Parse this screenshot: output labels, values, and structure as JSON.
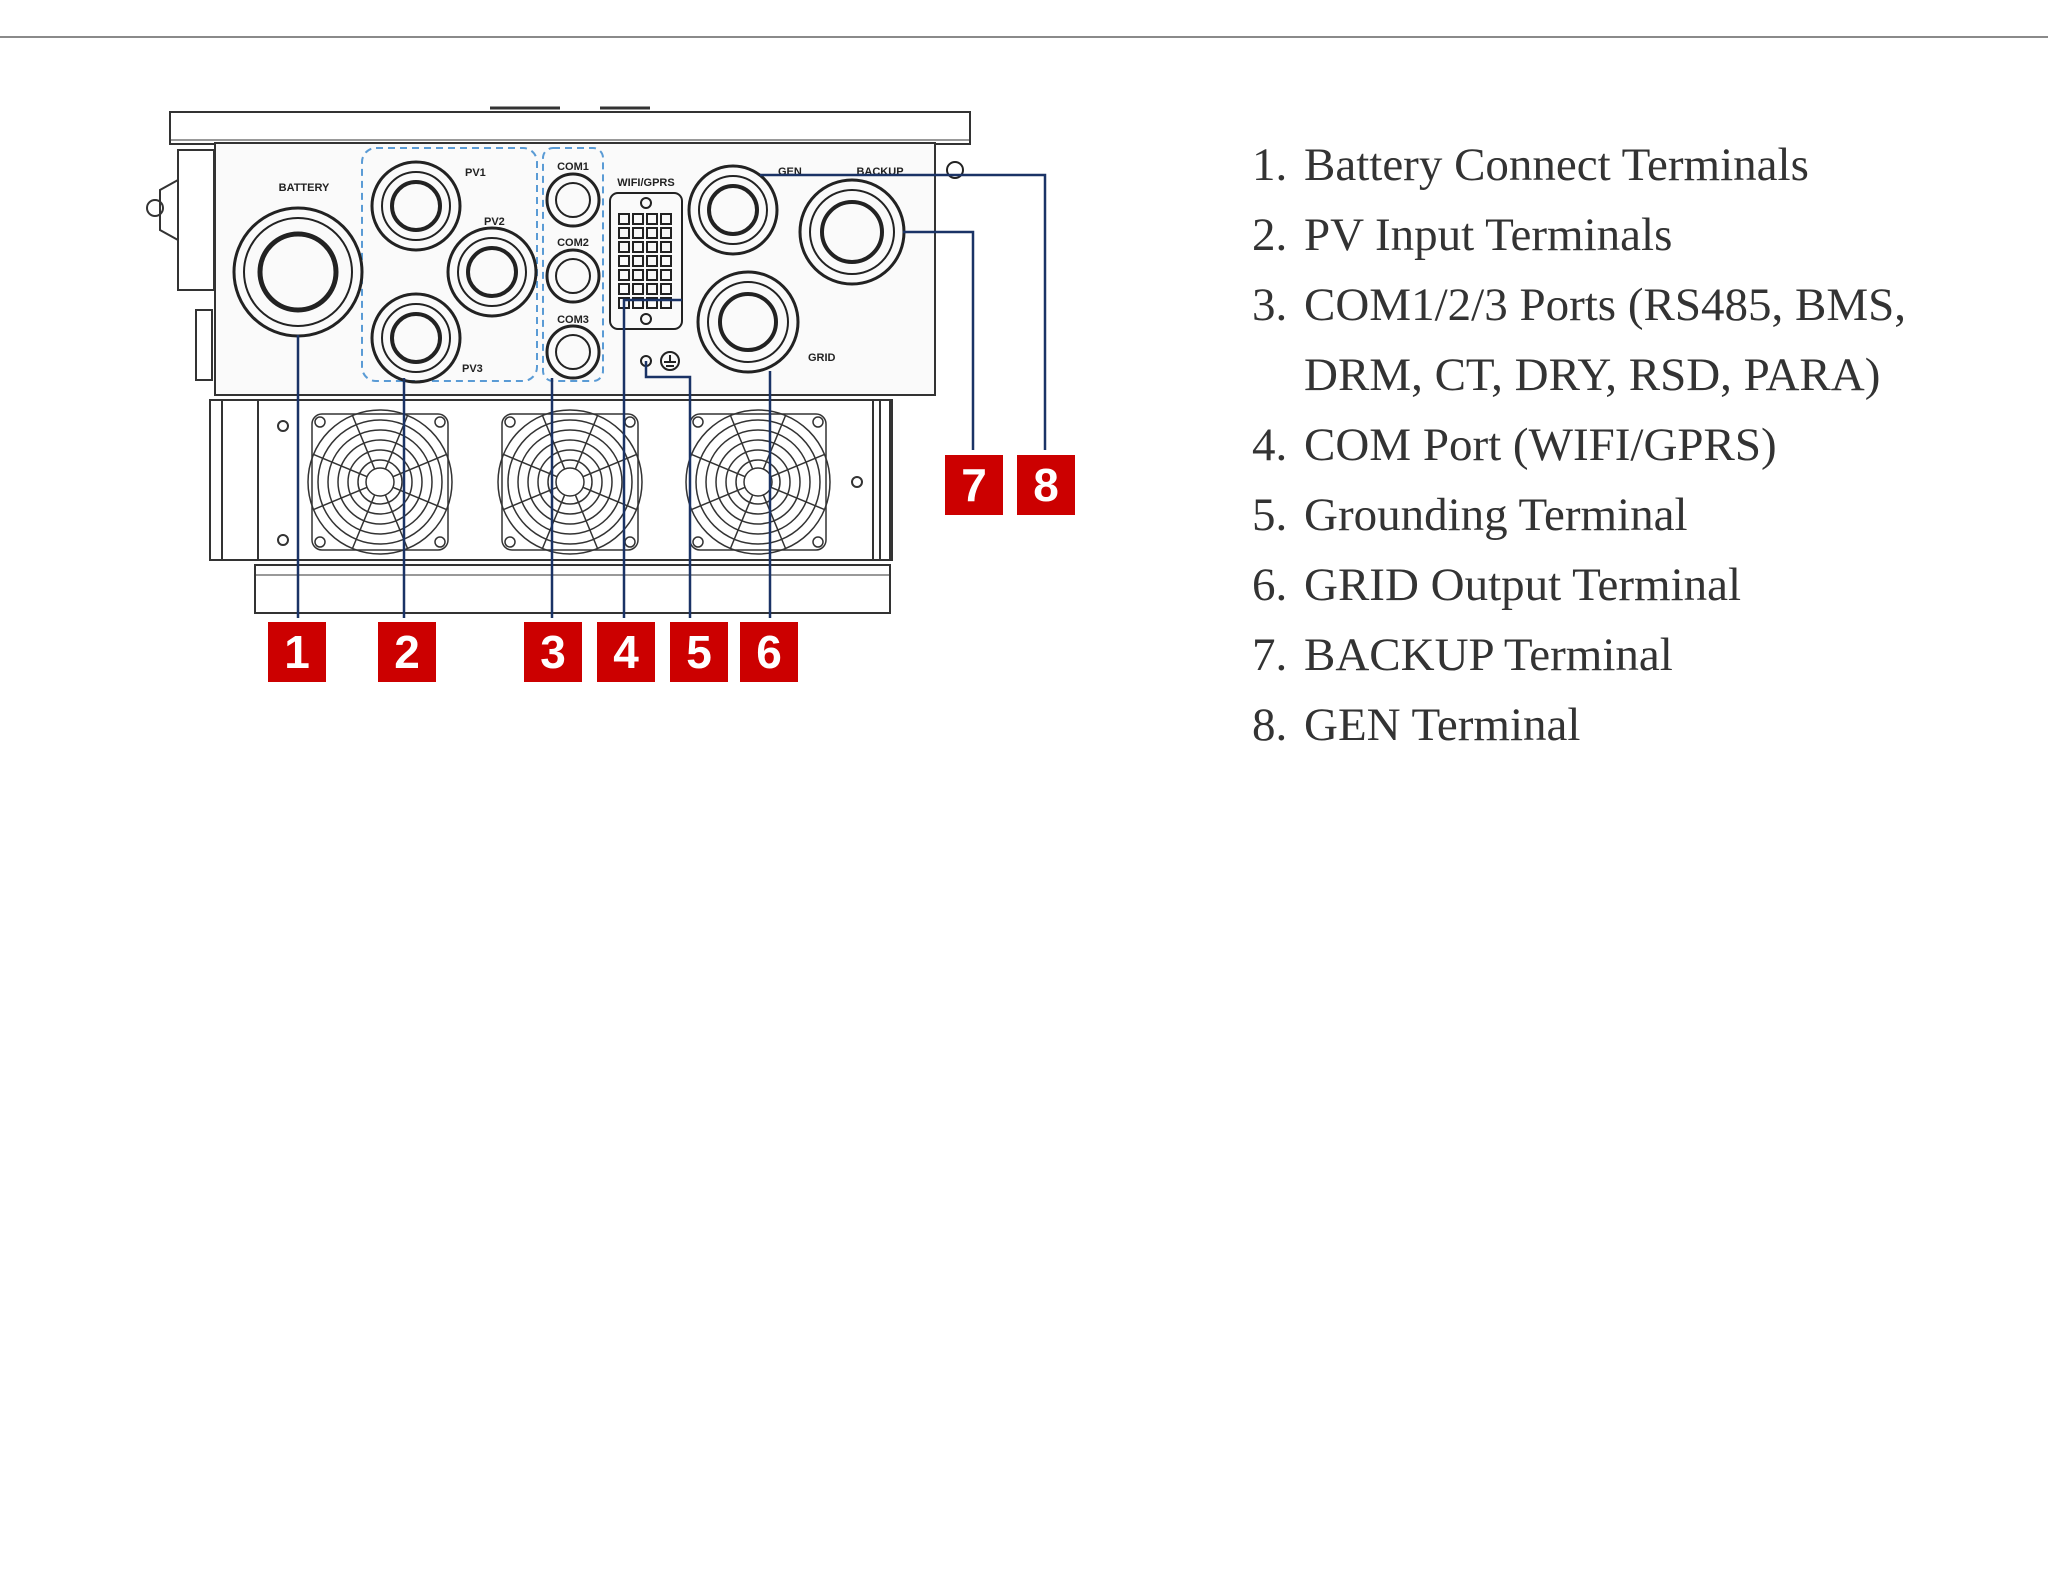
{
  "labels": {
    "battery": "BATTERY",
    "pv1": "PV1",
    "pv2": "PV2",
    "pv3": "PV3",
    "com1": "COM1",
    "com2": "COM2",
    "com3": "COM3",
    "wifi": "WIFI/GPRS",
    "gen": "GEN",
    "backup": "BACKUP",
    "grid": "GRID"
  },
  "badges": [
    "1",
    "2",
    "3",
    "4",
    "5",
    "6",
    "7",
    "8"
  ],
  "legend": [
    {
      "num": "1.",
      "text": "Battery Connect Terminals"
    },
    {
      "num": "2.",
      "text": "PV Input Terminals"
    },
    {
      "num": "3.",
      "text": "COM1/2/3 Ports (RS485, BMS, DRM, CT, DRY, RSD, PARA)"
    },
    {
      "num": "4.",
      "text": "COM Port (WIFI/GPRS)"
    },
    {
      "num": "5.",
      "text": "Grounding Terminal"
    },
    {
      "num": "6.",
      "text": "GRID Output Terminal"
    },
    {
      "num": "7.",
      "text": "BACKUP Terminal"
    },
    {
      "num": "8.",
      "text": "GEN Terminal"
    }
  ],
  "colors": {
    "badge": "#cc0000",
    "leader": "#1a3366",
    "dashed": "#5a9bd5",
    "outline": "#333333"
  }
}
